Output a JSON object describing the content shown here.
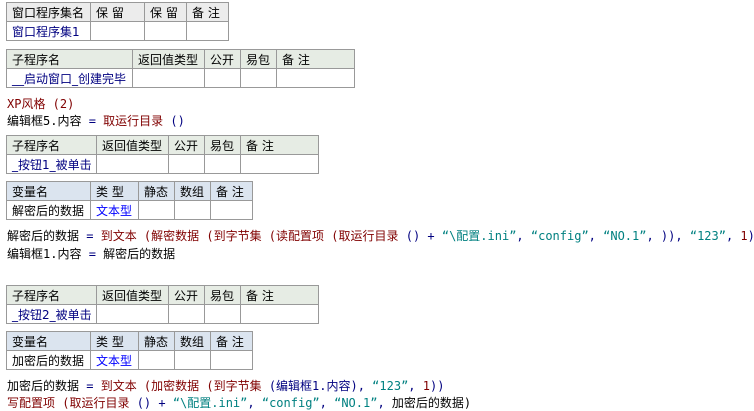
{
  "assembly_table": {
    "headers": [
      "窗口程序集名",
      "保 留",
      "保 留",
      "备 注"
    ],
    "row": [
      "窗口程序集1",
      "",
      "",
      ""
    ]
  },
  "sub1": {
    "headers": [
      "子程序名",
      "返回值类型",
      "公开",
      "易包",
      "备 注"
    ],
    "row": [
      "__启动窗口_创建完毕",
      "",
      "",
      "",
      ""
    ]
  },
  "sub2": {
    "headers": [
      "子程序名",
      "返回值类型",
      "公开",
      "易包",
      "备 注"
    ],
    "row": [
      "_按钮1_被单击",
      "",
      "",
      "",
      ""
    ],
    "var_headers": [
      "变量名",
      "类 型",
      "静态",
      "数组",
      "备 注"
    ],
    "var_row": [
      "解密后的数据",
      "文本型",
      "",
      "",
      ""
    ]
  },
  "sub3": {
    "headers": [
      "子程序名",
      "返回值类型",
      "公开",
      "易包",
      "备 注"
    ],
    "row": [
      "_按钮2_被单击",
      "",
      "",
      "",
      ""
    ],
    "var_headers": [
      "变量名",
      "类 型",
      "静态",
      "数组",
      "备 注"
    ],
    "var_row": [
      "加密后的数据",
      "文本型",
      "",
      "",
      ""
    ]
  },
  "code": {
    "l1": [
      {
        "t": "XP风格 (2)",
        "c": "fn"
      }
    ],
    "l2": [
      {
        "t": "编辑框5.内容 ",
        "c": "var"
      },
      {
        "t": "= ",
        "c": "op"
      },
      {
        "t": "取运行目录 ",
        "c": "fn"
      },
      {
        "t": "()",
        "c": "op"
      }
    ],
    "l3": [
      {
        "t": "解密后的数据 ",
        "c": "var"
      },
      {
        "t": "= ",
        "c": "op"
      },
      {
        "t": "到文本 (解密数据 (到字节集 (读配置项 (取运行目录 ",
        "c": "fn"
      },
      {
        "t": "() + ",
        "c": "op"
      },
      {
        "t": "“\\配置.ini”",
        "c": "str"
      },
      {
        "t": ", ",
        "c": "op"
      },
      {
        "t": "“config”",
        "c": "str"
      },
      {
        "t": ", ",
        "c": "op"
      },
      {
        "t": "“NO.1”",
        "c": "str"
      },
      {
        "t": ", )), ",
        "c": "op"
      },
      {
        "t": "“123”",
        "c": "str"
      },
      {
        "t": ", ",
        "c": "op"
      },
      {
        "t": "1",
        "c": "fn"
      },
      {
        "t": "))",
        "c": "op"
      }
    ],
    "l4": [
      {
        "t": "编辑框1.内容 ",
        "c": "var"
      },
      {
        "t": "= ",
        "c": "op"
      },
      {
        "t": "解密后的数据",
        "c": "var"
      }
    ],
    "l5": [
      {
        "t": "加密后的数据 ",
        "c": "var"
      },
      {
        "t": "= ",
        "c": "op"
      },
      {
        "t": "到文本 (加密数据 (到字节集 ",
        "c": "fn"
      },
      {
        "t": "(编辑框1.内容), ",
        "c": "op"
      },
      {
        "t": "“123”",
        "c": "str"
      },
      {
        "t": ", ",
        "c": "op"
      },
      {
        "t": "1",
        "c": "fn"
      },
      {
        "t": "))",
        "c": "op"
      }
    ],
    "l6": [
      {
        "t": "写配置项 (取运行目录 ",
        "c": "fn"
      },
      {
        "t": "() + ",
        "c": "op"
      },
      {
        "t": "“\\配置.ini”",
        "c": "str"
      },
      {
        "t": ", ",
        "c": "op"
      },
      {
        "t": "“config”",
        "c": "str"
      },
      {
        "t": ", ",
        "c": "op"
      },
      {
        "t": "“NO.1”",
        "c": "str"
      },
      {
        "t": ", ",
        "c": "op"
      },
      {
        "t": "加密后的数据)",
        "c": "var"
      }
    ]
  }
}
